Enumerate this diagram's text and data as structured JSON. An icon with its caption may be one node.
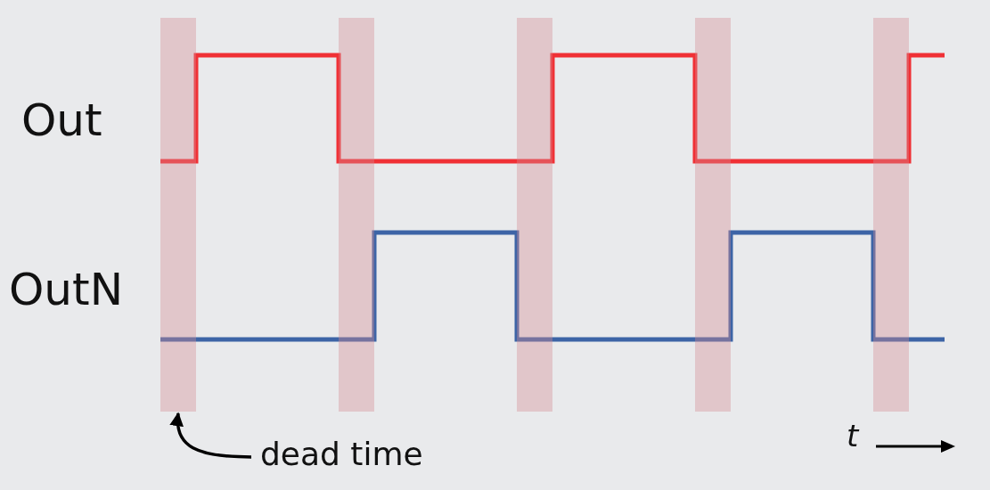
{
  "diagram": {
    "nodes": [
      {
        "text": [],
        "shape": "bar"
      },
      {
        "text": [],
        "shape": "bar"
      },
      {
        "text": [],
        "shape": "bar"
      },
      {
        "text": [],
        "shape": "bar"
      },
      {
        "text": [],
        "shape": "bar"
      },
      {
        "text": [
          "dead time"
        ]
      }
    ],
    "edges": [
      {
        "from": 5,
        "to": 0,
        "arrow": "to"
      }
    ],
    "labels": [
      "Out",
      "OutN",
      "t"
    ]
  }
}
